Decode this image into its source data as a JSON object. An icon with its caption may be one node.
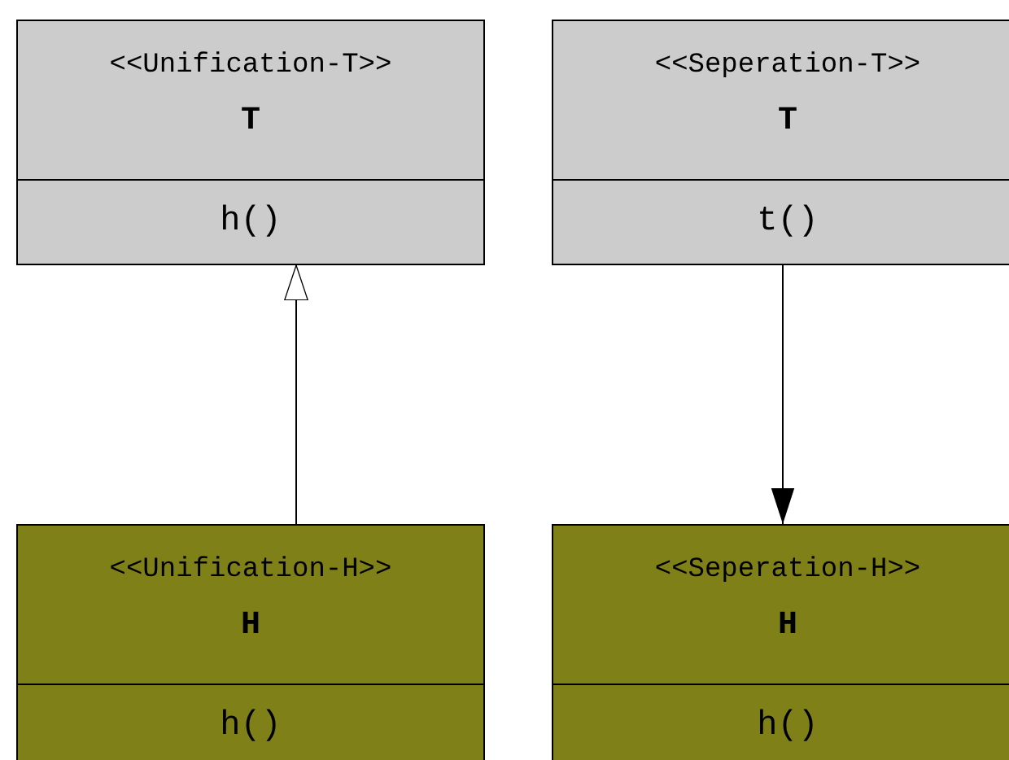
{
  "diagram": {
    "nodes": [
      {
        "text": [
          "<<Unification-T>>",
          "T",
          "h()"
        ]
      },
      {
        "text": [
          "<<Seperation-T>>",
          "T",
          "t()"
        ]
      },
      {
        "text": [
          "<<Unification-H>>",
          "H",
          "h()"
        ]
      },
      {
        "text": [
          "<<Seperation-H>>",
          "H",
          "h()"
        ]
      }
    ],
    "edges": [
      {
        "from": 2,
        "to": 0,
        "arrow": "to"
      },
      {
        "from": 1,
        "to": 3,
        "arrow": "to"
      }
    ]
  }
}
